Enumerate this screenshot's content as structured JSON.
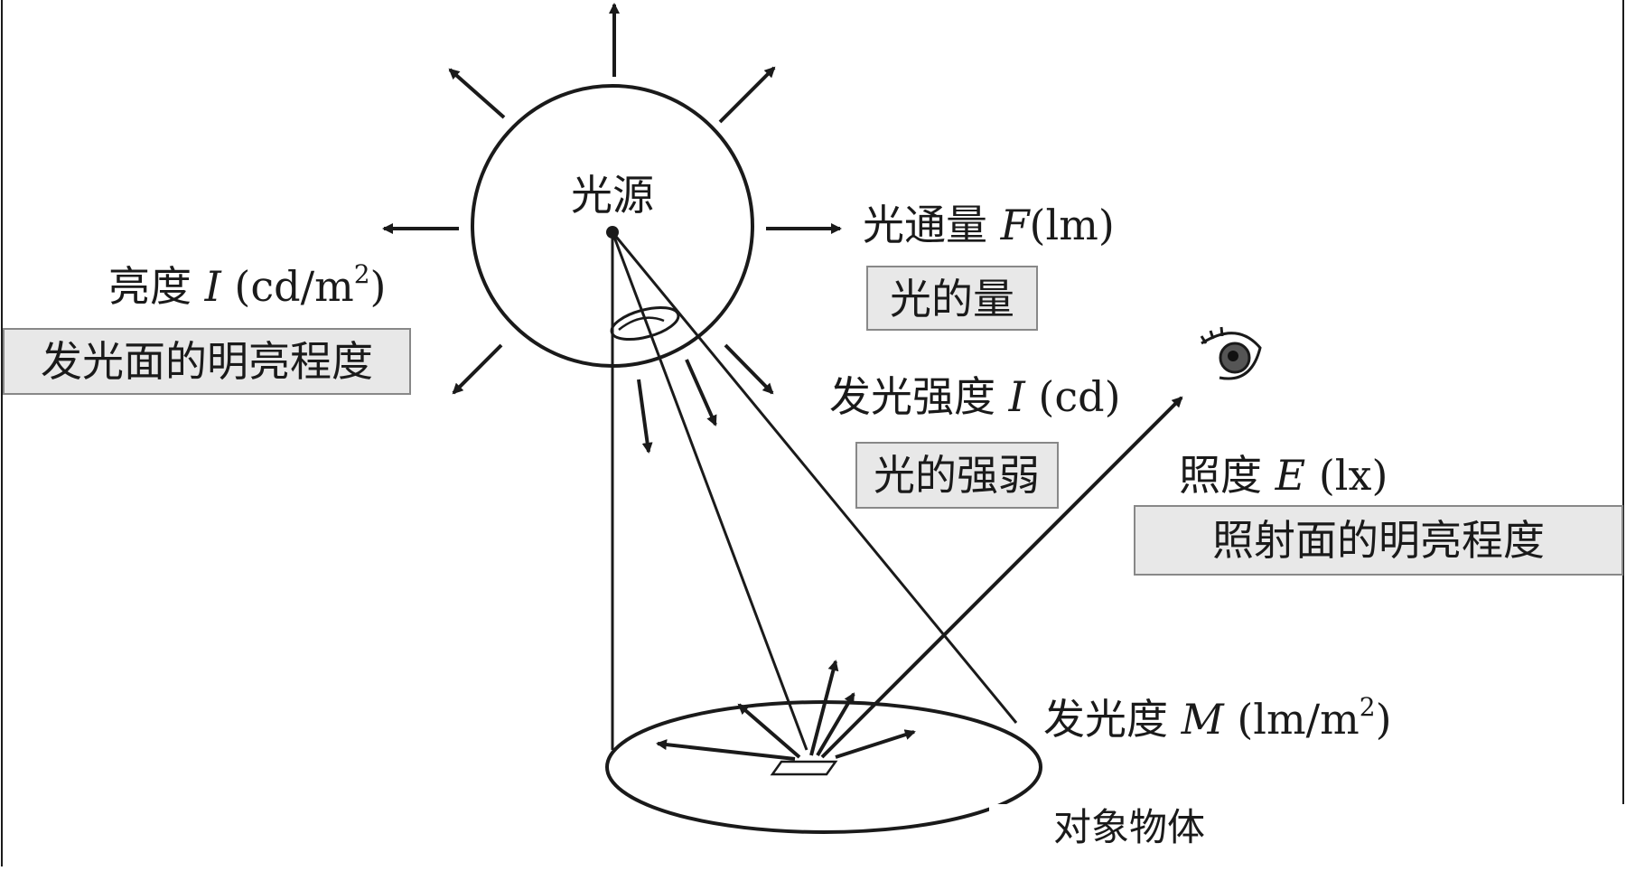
{
  "diagram": {
    "source_label": "光源",
    "flux": {
      "name": "光通量 ",
      "symbol": "F",
      "unit": "(lm)",
      "box": "光的量"
    },
    "luminance": {
      "name": "亮度 ",
      "symbol": "I",
      "unit": " (cd/m",
      "sup": "2",
      "close": ")",
      "box": "发光面的明亮程度"
    },
    "intensity": {
      "name": "发光强度 ",
      "symbol": "I",
      "unit": " (cd)",
      "box": "光的强弱"
    },
    "illuminance": {
      "name": "照度 ",
      "symbol": "E",
      "unit": " (lx)",
      "box": "照射面的明亮程度"
    },
    "exitance": {
      "name": "发光度 ",
      "symbol": "M",
      "unit": " (lm/m",
      "sup": "2",
      "close": ")"
    },
    "object_label": "对象物体",
    "eye_icon": "eye-icon",
    "colors": {
      "ink": "#1a1a1a",
      "box_fill": "#e8e8e8",
      "box_stroke": "#888888"
    }
  }
}
